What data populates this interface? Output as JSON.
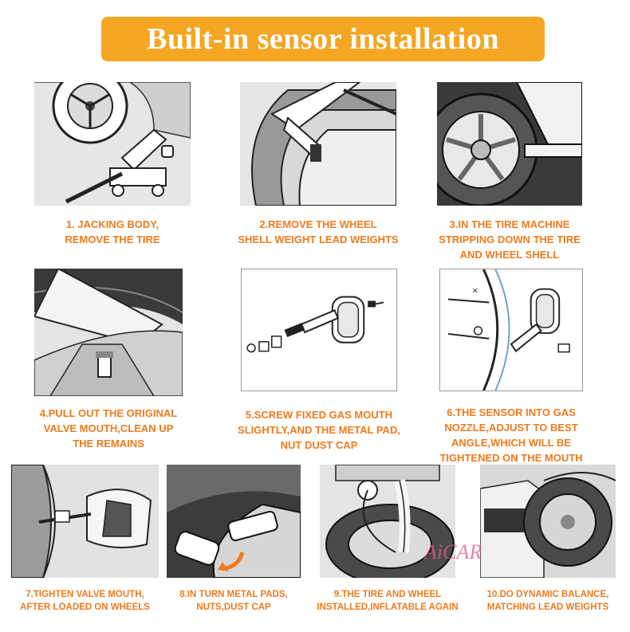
{
  "title": "Built-in sensor installation",
  "watermark": "AiCAR",
  "colors": {
    "banner": "#f5a623",
    "caption": "#f07a1c",
    "panel": "#e9e9e9"
  },
  "steps": [
    {
      "lines": [
        "1. JACKING BODY,",
        "REMOVE THE TIRE"
      ],
      "icon": "car-jack-icon"
    },
    {
      "lines": [
        "2.REMOVE THE WHEEL",
        "SHELL WEIGHT LEAD WEIGHTS"
      ],
      "icon": "wheel-weight-tool-icon"
    },
    {
      "lines": [
        "3.IN THE TIRE MACHINE",
        "STRIPPING DOWN THE TIRE",
        "AND WHEEL SHELL"
      ],
      "icon": "tire-machine-icon"
    },
    {
      "lines": [
        "4.PULL OUT THE ORIGINAL",
        "VALVE MOUTH,CLEAN UP",
        "THE REMAINS"
      ],
      "icon": "valve-stem-icon"
    },
    {
      "lines": [
        "5.SCREW FIXED GAS MOUTH",
        "SLIGHTLY,AND THE METAL PAD,",
        "NUT DUST CAP"
      ],
      "icon": "sensor-parts-icon"
    },
    {
      "lines": [
        "6.THE SENSOR INTO GAS",
        "NOZZLE,ADJUST TO BEST",
        "ANGLE,WHICH WILL BE",
        "TIGHTENED ON THE MOUTH"
      ],
      "icon": "sensor-insert-icon"
    },
    {
      "lines": [
        "7.TIGHTEN VALVE MOUTH,",
        "AFTER LOADED ON WHEELS"
      ],
      "icon": "sensor-tighten-icon"
    },
    {
      "lines": [
        "8.IN TURN METAL PADS,",
        "NUTS,DUST CAP"
      ],
      "icon": "valve-nut-icon"
    },
    {
      "lines": [
        "9.THE TIRE AND WHEEL",
        "INSTALLED,INFLATABLE AGAIN"
      ],
      "icon": "inflate-tire-icon"
    },
    {
      "lines": [
        "10.DO DYNAMIC BALANCE,",
        "MATCHING LEAD WEIGHTS"
      ],
      "icon": "balancer-icon"
    }
  ]
}
